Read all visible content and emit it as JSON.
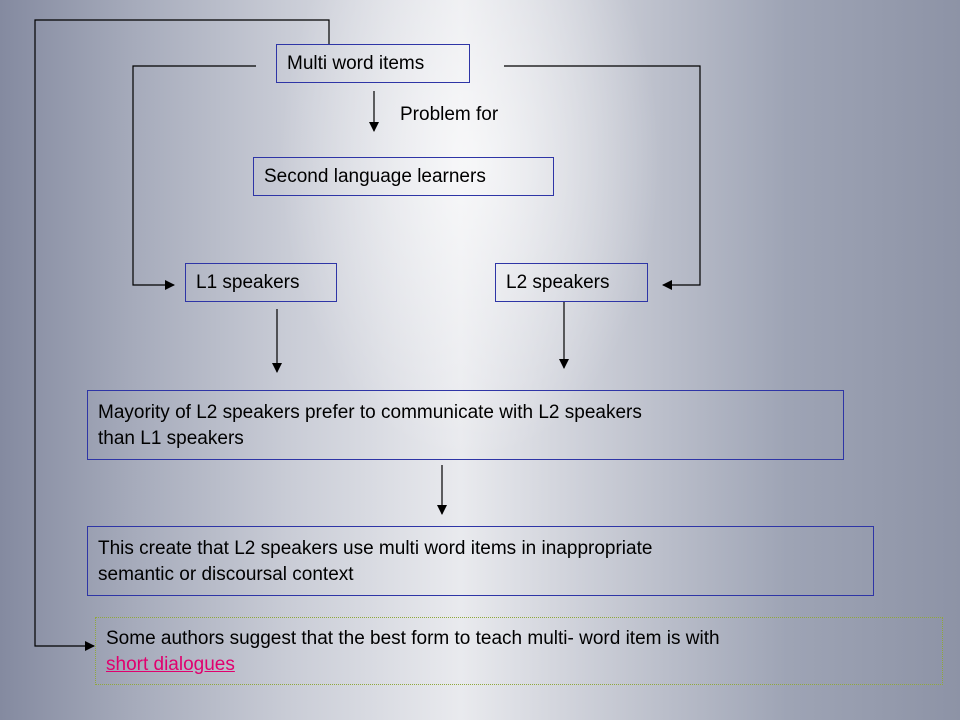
{
  "nodes": {
    "multi_word_items": "Multi word items",
    "problem_for": "Problem for",
    "second_language_learners": "Second language learners",
    "l1_speakers": "L1 speakers",
    "l2_speakers": "L2 speakers",
    "mayority_line1": "Mayority of L2 speakers prefer to communicate with L2 speakers",
    "mayority_line2": "than L1 speakers",
    "create_line1": "This create that L2 speakers use multi word items in inappropriate",
    "create_line2": "semantic or discoursal context",
    "authors_text": "Some authors suggest that the best form to teach multi- word item is with",
    "authors_link": "short dialogues"
  },
  "colors": {
    "box_border": "#2e35a6",
    "link": "#e0006e",
    "dotted_border": "#90a83c"
  }
}
